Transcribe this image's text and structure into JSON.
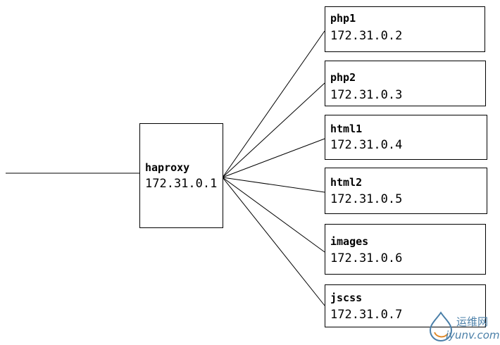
{
  "diagram": {
    "incoming_link": "incoming",
    "proxy": {
      "name": "haproxy",
      "ip": "172.31.0.1"
    },
    "backends": [
      {
        "name": "php1",
        "ip": "172.31.0.2"
      },
      {
        "name": "php2",
        "ip": "172.31.0.3"
      },
      {
        "name": "html1",
        "ip": "172.31.0.4"
      },
      {
        "name": "html2",
        "ip": "172.31.0.5"
      },
      {
        "name": "images",
        "ip": "172.31.0.6"
      },
      {
        "name": "jscss",
        "ip": "172.31.0.7"
      }
    ]
  },
  "watermark": {
    "logo_icon": "water-drop-logo-icon",
    "title": "运维网",
    "url": "iyunv.com",
    "color": "#4a7fa8"
  }
}
